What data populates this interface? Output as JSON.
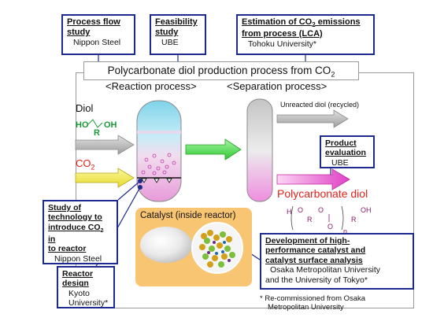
{
  "header_boxes": [
    {
      "title": "Process flow study",
      "org": "Nippon Steel"
    },
    {
      "title": "Feasibility study",
      "org": "UBE"
    },
    {
      "title_prefix": "Estimation of CO",
      "title_sub": "2",
      "title_suffix": " emissions from process (LCA)",
      "org": "Tohoku University*"
    }
  ],
  "main_title": {
    "prefix": "Polycarbonate diol production process from CO",
    "sub": "2"
  },
  "reaction_process_label": "<Reaction process>",
  "separation_process_label": "<Separation process>",
  "diol_label": "Diol",
  "diol_formula": {
    "ho": "HO",
    "r": "R",
    "oh": "OH"
  },
  "co2_label": {
    "prefix": "CO",
    "sub": "2"
  },
  "unreacted_diol_label": "Unreacted diol (recycled)",
  "product_evaluation": {
    "title": "Product evaluation",
    "org": "UBE"
  },
  "polycarbonate_label": "Polycarbonate diol",
  "polycarbonate_formula": {
    "h": "H",
    "o1": "O",
    "r1": "R",
    "o2": "O",
    "o3": "O",
    "r2": "R",
    "oh": "OH",
    "n": "n"
  },
  "catalyst_label": "Catalyst (inside reactor)",
  "study_co2": {
    "title_line1": "Study of",
    "title_line2": "technology to",
    "title_line3_prefix": "introduce CO",
    "title_line3_sub": "2",
    "title_line3_suffix": " in",
    "title_line4": "to reactor",
    "org": "Nippon Steel"
  },
  "reactor_design": {
    "title_line1": "Reactor",
    "title_line2": "design",
    "org_line1": "Kyoto",
    "org_line2": "University*"
  },
  "catalyst_dev": {
    "title_line1": "Development of high-",
    "title_line2": "performance catalyst and",
    "title_line3": "catalyst surface analysis",
    "org_line1": "Osaka Metropolitan University",
    "org_line2": "and the University of Tokyo*"
  },
  "footnote": {
    "line1": "* Re-commissioned from Osaka",
    "line2": "Metropolitan University"
  },
  "colors": {
    "callout_border": "#1d2b8f",
    "diol_green": "#1a9a3a",
    "co2_red": "#e8201a",
    "poly_red": "#e8201a",
    "formula_purple": "#8a1a6a",
    "arrow_yellow": "#f6ef5a",
    "arrow_green": "#4ad94a",
    "arrow_pink": "#f060d0",
    "arrow_gray": "#bdbdbd",
    "catalyst_bg": "#f8c572"
  }
}
